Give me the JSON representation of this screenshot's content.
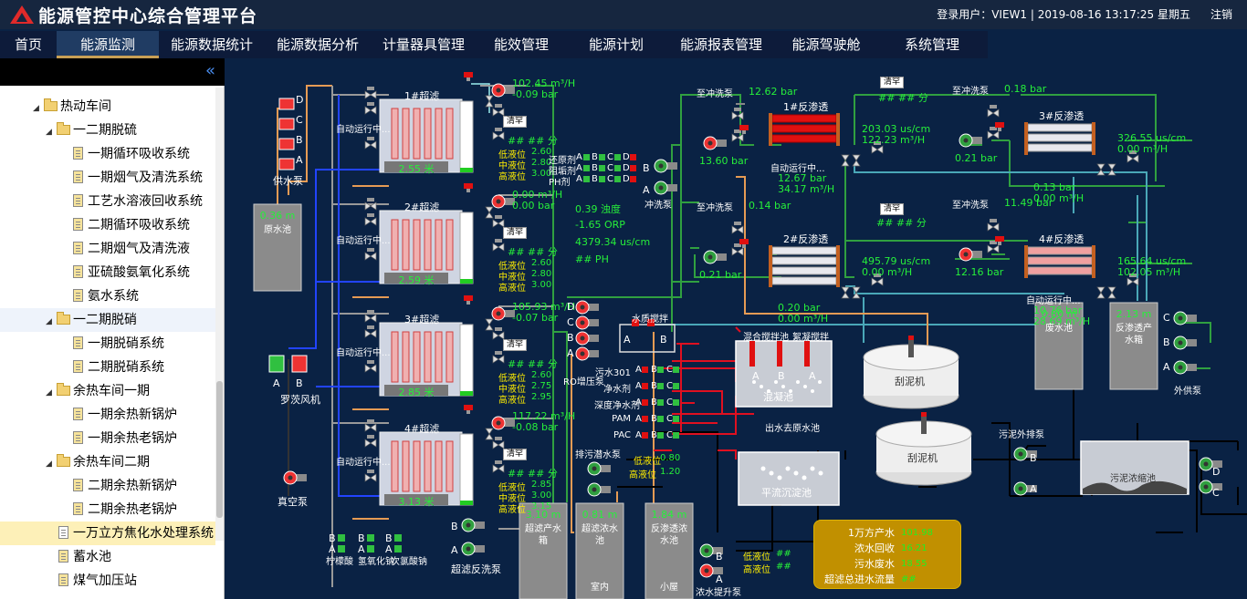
{
  "header": {
    "title": "能源管控中心综合管理平台",
    "user_info": "登录用户：VIEW1 | 2019-08-16  13:17:25  星期五",
    "logout": "注销"
  },
  "nav": [
    "首页",
    "能源监测",
    "能源数据统计",
    "能源数据分析",
    "计量器具管理",
    "能效管理",
    "能源计划",
    "能源报表管理",
    "能源驾驶舱",
    "系统管理"
  ],
  "sidebar": {
    "collapse_icon": "«",
    "items": [
      {
        "label": "热动车间",
        "type": "folder",
        "level": 1
      },
      {
        "label": "一二期脱硫",
        "type": "folder",
        "level": 2
      },
      {
        "label": "一期循环吸收系统",
        "type": "doc",
        "level": 3
      },
      {
        "label": "一期烟气及清洗系统",
        "type": "doc",
        "level": 3
      },
      {
        "label": "工艺水溶液回收系统",
        "type": "doc",
        "level": 3
      },
      {
        "label": "二期循环吸收系统",
        "type": "doc",
        "level": 3
      },
      {
        "label": "二期烟气及清洗液",
        "type": "doc",
        "level": 3
      },
      {
        "label": "亚硫酸氨氧化系统",
        "type": "doc",
        "level": 3
      },
      {
        "label": "氨水系统",
        "type": "doc",
        "level": 3
      },
      {
        "label": "一二期脱硝",
        "type": "folder",
        "level": 2
      },
      {
        "label": "一期脱硝系统",
        "type": "doc",
        "level": 3
      },
      {
        "label": "二期脱硝系统",
        "type": "doc",
        "level": 3
      },
      {
        "label": "余热车间一期",
        "type": "folder",
        "level": 2
      },
      {
        "label": "一期余热新锅炉",
        "type": "doc",
        "level": 3
      },
      {
        "label": "一期余热老锅炉",
        "type": "doc",
        "level": 3
      },
      {
        "label": "余热车间二期",
        "type": "folder",
        "level": 2
      },
      {
        "label": "二期余热新锅炉",
        "type": "doc",
        "level": 3
      },
      {
        "label": "二期余热老锅炉",
        "type": "doc",
        "level": 3
      },
      {
        "label": "一万立方焦化水处理系统",
        "type": "doc",
        "level": 2
      },
      {
        "label": "蓄水池",
        "type": "doc",
        "level": 2
      },
      {
        "label": "煤气加压站",
        "type": "doc",
        "level": 2
      }
    ]
  },
  "process": {
    "raw_tank": {
      "value": "0.36  m",
      "name": "原水池"
    },
    "supply_pump": "供水泵",
    "roots_blower": "罗茨风机",
    "vacuum_pump": "真空泵",
    "letters": {
      "A": "A",
      "B": "B",
      "C": "C",
      "D": "D"
    },
    "uf_auto": "自动运行中...",
    "uf": [
      {
        "name": "1#超滤",
        "flow": "102.45  m³/H",
        "pressure": "-0.09  bar",
        "level": "2.55  米",
        "low": "2.60",
        "mid": "2.80",
        "high": "3.00"
      },
      {
        "name": "2#超滤",
        "flow": "0.00  m³/H",
        "pressure": "0.00  bar",
        "level": "2.59  米",
        "low": "2.60",
        "mid": "2.80",
        "high": "3.00"
      },
      {
        "name": "3#超滤",
        "flow": "105.93  m³/H",
        "pressure": "-0.07  bar",
        "level": "2.85  米",
        "low": "2.60",
        "mid": "2.75",
        "high": "2.95"
      },
      {
        "name": "4#超滤",
        "flow": "117.22  m³/H",
        "pressure": "-0.08  bar",
        "level": "3.13  米",
        "low": "2.85",
        "mid": "3.00",
        "high": "3.15"
      }
    ],
    "clean": "清罕",
    "hash_fen": "##  ##  分",
    "lvl_labels": {
      "low": "低液位",
      "mid": "中液位",
      "high": "高液位"
    },
    "chem_labels": [
      "还原剂",
      "阻垢剂",
      "PH剂"
    ],
    "chem_letters": [
      "A",
      "B",
      "C",
      "D"
    ],
    "flush_pump": "冲洗泵",
    "water_quality": {
      "turbidity": "0.39  浊度",
      "orp": "-1.65  ORP",
      "cond": "4379.34  us/cm",
      "ph": "##  PH"
    },
    "ro_booster": "RO增压泵",
    "dosing": [
      {
        "name": "污水301"
      },
      {
        "name": "净水剂"
      },
      {
        "name": "深度净水剂"
      },
      {
        "name": "PAM"
      },
      {
        "name": "PAC"
      }
    ],
    "quality_mix": "水质搅拌",
    "discharge_pump": "排污潜水泵",
    "low_v": "0.80",
    "high_v": "1.20",
    "uf_prod_tank": {
      "value": "3.10  m",
      "name": "超滤产水箱"
    },
    "uf_conc_tank": {
      "value": "0.81  m",
      "name": "超滤浓水池",
      "sub": "室内"
    },
    "ro_conc_tank": {
      "value": "1.84  m",
      "name": "反渗透浓水池",
      "sub": "小屋"
    },
    "uf_backwash": "超滤反洗泵",
    "acid_labels": [
      "柠檬酸",
      "氢氧化钠",
      "次氯酸钠"
    ],
    "ro": [
      {
        "name": "1#反渗透",
        "to_flush": "至冲洗泵",
        "p1": "12.62  bar",
        "pump_p": "13.60  bar",
        "auto": "自动运行中...",
        "p2": "12.67  bar",
        "f2": "34.17  m³/H",
        "cond": "203.03  us/cm",
        "flow": "122.23  m³/H"
      },
      {
        "name": "2#反渗透",
        "to_flush": "至冲洗泵",
        "p1": "0.14  bar",
        "pump_p": "0.21  bar",
        "p2": "0.20  bar",
        "f2": "0.00  m³/H",
        "cond": "495.79  us/cm",
        "flow": "0.00  m³/H"
      },
      {
        "name": "3#反渗透",
        "to_flush": "至冲洗泵",
        "p1": "0.18  bar",
        "pump_p": "0.21  bar",
        "p2": "0.13  bar",
        "f2": "0.00  m³/H",
        "cond": "326.55  us/cm",
        "flow": "0.00  m³/H"
      },
      {
        "name": "4#反渗透",
        "to_flush": "至冲洗泵",
        "p1": "11.49  bar",
        "pump_p": "12.16  bar",
        "auto": "自动运行中...",
        "p2": "10.76  bar",
        "f2": "28.69  m³/H",
        "cond": "165.64  us/cm",
        "flow": "102.05  m³/H"
      }
    ],
    "waste_tank": {
      "value": "0.80  m",
      "name": "废水池"
    },
    "ro_prod_tank": {
      "value": "2.13  m",
      "name": "反渗透产水箱"
    },
    "ext_pump": "外供泵",
    "mix_tank": {
      "l1": "混合搅拌池",
      "l2": "絮凝搅拌",
      "name": "混凝池"
    },
    "outlet": "出水去原水池",
    "sed": "平流沉淀池",
    "scraper": "刮泥机",
    "sludge_ext": "污泥外排泵",
    "sludge_conc": "污泥浓缩池",
    "lift_pump": "浓水提升泵",
    "hash": "##",
    "summary": {
      "rows": [
        {
          "label": "1万方产水",
          "value": "101.98"
        },
        {
          "label": "浓水回收",
          "value": "16.21"
        },
        {
          "label": "污水废水",
          "value": "18.55"
        },
        {
          "label": "超滤总进水流量",
          "value": "##"
        }
      ]
    }
  }
}
